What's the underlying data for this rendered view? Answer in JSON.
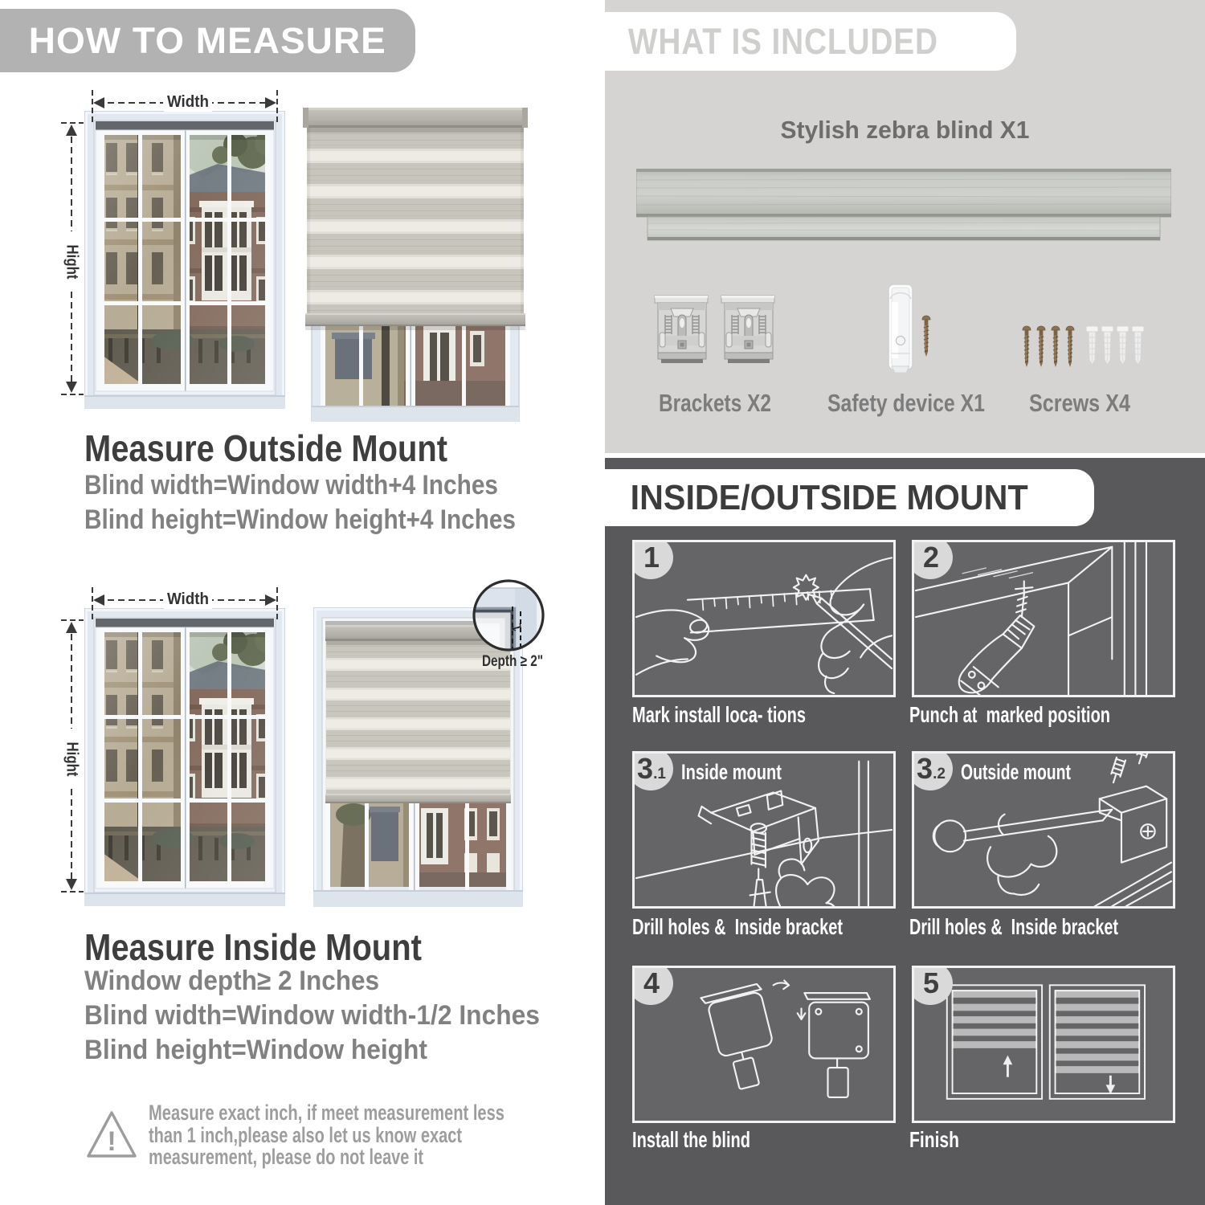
{
  "left": {
    "header": "HOW TO MEASURE",
    "outside": {
      "width_label": "Width",
      "height_label": "Hight",
      "heading": "Measure Outside Mount",
      "line1": "Blind width=Window width+4 Inches",
      "line2": "Blind height=Window height+4 Inches"
    },
    "inside": {
      "width_label": "Width",
      "height_label": "Hight",
      "depth_label": "Depth ≥ 2\"",
      "heading": "Measure Inside Mount",
      "line1": "Window depth≥ 2 Inches",
      "line2": "Blind width=Window width-1/2 Inches",
      "line3": "Blind height=Window height"
    },
    "warning": {
      "icon": "warning-triangle-icon",
      "line1": "Measure exact inch, if meet measurement less",
      "line2": "than 1 inch,please also let us know exact",
      "line3": "measurement, please do not leave it"
    }
  },
  "right": {
    "included": {
      "header": "WHAT IS INCLUDED",
      "blind_label": "Stylish zebra blind X1",
      "items": [
        {
          "icon": "mounting-bracket-icon",
          "label": "Brackets X2"
        },
        {
          "icon": "safety-device-icon",
          "label": "Safety device X1"
        },
        {
          "icon": "screw-anchor-icon",
          "label": "Screws X4"
        }
      ]
    },
    "mount": {
      "header": "INSIDE/OUTSIDE MOUNT",
      "steps": [
        {
          "num": "1",
          "sub": "",
          "title": "",
          "caption": "Mark install loca- tions"
        },
        {
          "num": "2",
          "sub": "",
          "title": "",
          "caption": "Punch at  marked position"
        },
        {
          "num": "3",
          "sub": ".1",
          "title": "Inside mount",
          "caption": "Drill holes &  Inside bracket"
        },
        {
          "num": "3",
          "sub": ".2",
          "title": "Outside mount",
          "caption": "Drill holes &  Inside bracket"
        },
        {
          "num": "4",
          "sub": "",
          "title": "",
          "caption": "Install the blind"
        },
        {
          "num": "5",
          "sub": "",
          "title": "",
          "caption": "Finish"
        }
      ]
    }
  },
  "colors": {
    "panel_light": "#d5d4d2",
    "panel_dark": "#59585a",
    "header_gray": "#b2b2b2",
    "heading_dark": "#3e3e3e",
    "subtext_gray": "#818181",
    "fabric_gray": "#c8c5bc",
    "fabric_sheer": "#eeebe5"
  }
}
